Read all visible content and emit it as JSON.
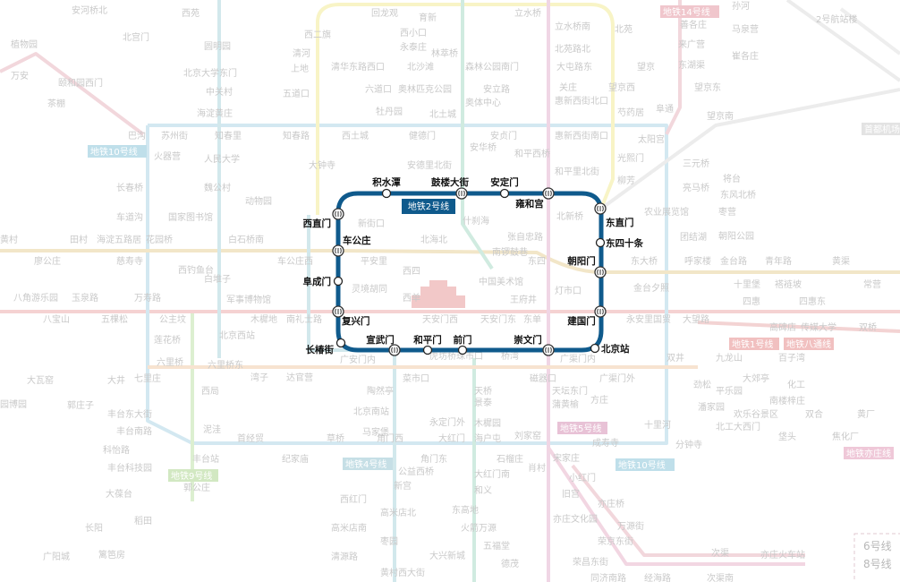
{
  "line2": {
    "name": "地铁2号线",
    "color": "#0f5a8c",
    "stations": [
      "积水潭",
      "鼓楼大街",
      "安定门",
      "雍和宫",
      "东直门",
      "东四十条",
      "朝阳门",
      "建国门",
      "北京站",
      "崇文门",
      "前门",
      "和平门",
      "宣武门",
      "长椿街",
      "复兴门",
      "阜成门",
      "车公庄",
      "西直门"
    ]
  },
  "badges": [
    "地铁10号线",
    "地铁14号线",
    "首都机场线",
    "地铁1号线",
    "地铁八通线",
    "地铁10号线",
    "地铁亦庄线",
    "地铁4号线",
    "地铁5号线",
    "地铁9号线"
  ],
  "bg_labels": [
    "安河桥北",
    "北宫门",
    "西苑",
    "圆明园",
    "北京大学东门",
    "中关村",
    "海淀黄庄",
    "知春里",
    "知春路",
    "人民大学",
    "魏公村",
    "国家图书馆",
    "动物园",
    "白石桥南",
    "车公庄西",
    "白堆子",
    "西钓鱼台",
    "花园桥",
    "慈寿寺",
    "海淀五路居",
    "田村",
    "廖公庄",
    "长春桥",
    "车道沟",
    "火器营",
    "苏州街",
    "巴沟",
    "植物园",
    "万安",
    "茶棚",
    "颐和园西门",
    "西二旗",
    "清河",
    "上地",
    "五道口",
    "回龙观",
    "育新",
    "立水桥",
    "西小口",
    "永泰庄",
    "林萃桥",
    "清华东路西口",
    "北沙滩",
    "森林公园南门",
    "六道口",
    "奥林匹克公园",
    "安立路",
    "奥体中心",
    "牡丹园",
    "北土城",
    "健德门",
    "西土城",
    "安华桥",
    "安贞门",
    "和平西桥",
    "惠新西街南口",
    "和平里北街",
    "惠新西街北口",
    "北苑路北",
    "立水桥南",
    "大屯路东",
    "关庄",
    "安德里北街",
    "大钟寺",
    "北苑",
    "望京西",
    "芍药居",
    "太阳宫",
    "光熙门",
    "柳芳",
    "望京",
    "望京东",
    "阜通",
    "望京南",
    "三元桥",
    "亮马桥",
    "农业展览馆",
    "团结湖",
    "呼家楼",
    "金台夕照",
    "东大桥",
    "永安里",
    "国贸",
    "大望路",
    "四惠",
    "四惠东",
    "传媒大学",
    "高碑店",
    "双桥",
    "十里堡",
    "青年路",
    "褡裢坡",
    "黄渠",
    "常营",
    "金台路",
    "枣营",
    "朝阳公园",
    "将台",
    "东风北桥",
    "马泉营",
    "孙河",
    "崔各庄",
    "善各庄",
    "来广营",
    "东湖渠",
    "2号航站楼",
    "双井",
    "劲松",
    "潘家园",
    "十里河",
    "分钟寺",
    "九龙山",
    "大郊亭",
    "百子湾",
    "化工",
    "南楼梓庄",
    "欢乐谷景区",
    "双合",
    "焦化厂",
    "垡头",
    "黄厂",
    "北工大西门",
    "平乐园",
    "成寿寺",
    "宋家庄",
    "肖村",
    "小红门",
    "旧宫",
    "亦庄桥",
    "亦庄文化园",
    "万源街",
    "荣京东街",
    "荣昌东街",
    "同济南路",
    "经海路",
    "次渠南",
    "次渠",
    "亦庄火车站",
    "东单",
    "王府井",
    "天安门东",
    "天安门西",
    "西单",
    "灵境胡同",
    "西四",
    "平安里",
    "新街口",
    "北海北",
    "什刹海",
    "南锣鼓巷",
    "张自忠路",
    "东四",
    "中国美术馆",
    "灯市口",
    "北新桥",
    "木樨地",
    "南礼士路",
    "军事博物馆",
    "公主坟",
    "万寿路",
    "五棵松",
    "玉泉路",
    "八宝山",
    "八角游乐园",
    "北京西站",
    "莲花桥",
    "六里桥",
    "六里桥东",
    "湾子",
    "达官营",
    "广安门内",
    "菜市口",
    "虎坊桥",
    "珠市口",
    "桥湾",
    "磁器口",
    "广渠门内",
    "广渠门外",
    "天坛东门",
    "蒲黄榆",
    "刘家窑",
    "方庄",
    "西局",
    "七里庄",
    "丰台东大街",
    "丰台南路",
    "科怡路",
    "丰台科技园",
    "郭公庄",
    "丰台站",
    "泥洼",
    "首经贸",
    "纪家庙",
    "草桥",
    "陶然亭",
    "北京南站",
    "马家堡",
    "角门西",
    "角门东",
    "大红门",
    "永定门外",
    "景泰",
    "天桥",
    "木樨园",
    "海户屯",
    "石榴庄",
    "大红门南",
    "和义",
    "东高地",
    "火箭万源",
    "五福堂",
    "德茂",
    "公益西桥",
    "新宫",
    "西红门",
    "高米店北",
    "高米店南",
    "枣园",
    "清源路",
    "黄村西大街",
    "大兴新城",
    "大瓦窑",
    "大井",
    "郭庄子",
    "园博园",
    "大葆台",
    "稻田",
    "长阳",
    "篱笆房",
    "广阳城",
    "黄村",
    "6号线",
    "8号线"
  ]
}
